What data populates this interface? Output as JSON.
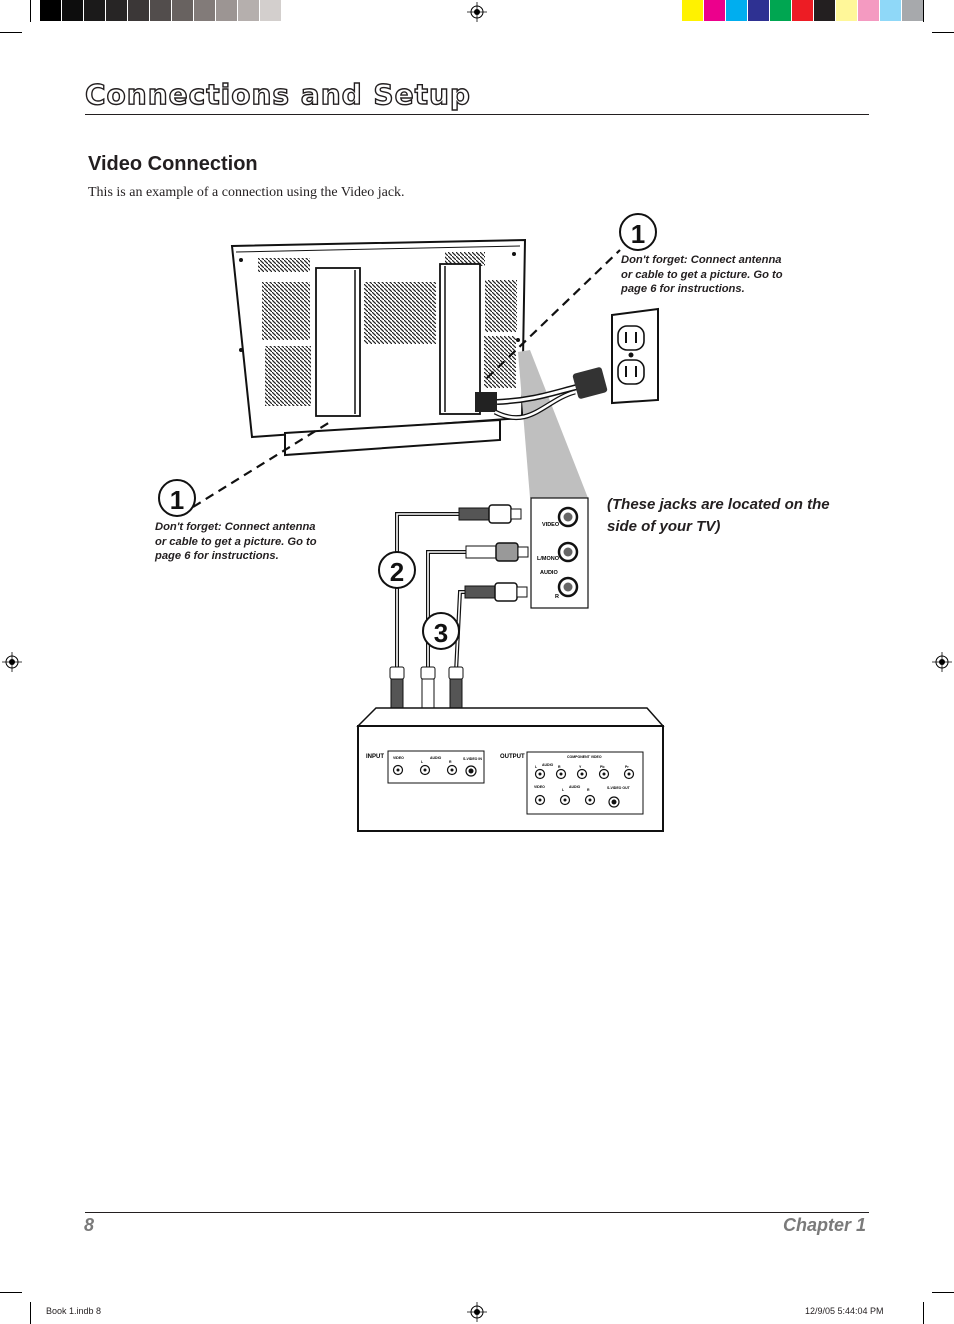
{
  "header": {
    "title": "Connections and Setup"
  },
  "section": {
    "title": "Video Connection",
    "intro": "This is an example of a connection using the Video jack."
  },
  "notes": {
    "top": {
      "step": "1",
      "lines": [
        "Don't forget: Connect antenna",
        "or cable to get a picture. Go to",
        "page 6 for instructions."
      ]
    },
    "left": {
      "step": "1",
      "lines": [
        "Don't forget: Connect antenna",
        "or cable to get a picture. Go to",
        "page 6 for instructions."
      ]
    }
  },
  "callout": "(These jacks are located on the side of your TV)",
  "steps": {
    "two": "2",
    "three": "3"
  },
  "tv_side_panel": {
    "video": "VIDEO",
    "lmono": "L/MONO",
    "audio": "AUDIO",
    "r": "R"
  },
  "vcr_panel": {
    "input": "INPUT",
    "output": "OUTPUT",
    "video": "VIDEO",
    "audio": "AUDIO",
    "l": "L",
    "r": "R",
    "svideo_in": "S-VIDEO IN",
    "component_video": "COMPONENT VIDEO",
    "y": "Y",
    "pb": "Pb",
    "pr": "Pr",
    "svideo_out": "S-VIDEO OUT"
  },
  "footer": {
    "page_number": "8",
    "chapter": "Chapter 1",
    "slug_left": "Book 1.indb   8",
    "slug_right": "12/9/05   5:44:04 PM"
  },
  "colors": {
    "grayscale_bar": [
      "#000000",
      "#0d0d0d",
      "#1b1a1a",
      "#272525",
      "#3b3737",
      "#524d4c",
      "#686260",
      "#827b79",
      "#9c9593",
      "#b5afad",
      "#d3cfcd",
      "#ffffff"
    ],
    "process_bar": [
      "#fff200",
      "#ec008c",
      "#00aeef",
      "#2e3192",
      "#00a651",
      "#ed1c24",
      "#231f20",
      "#fff799",
      "#f49ac1",
      "#8fd8f8",
      "#a7a9ac"
    ]
  }
}
